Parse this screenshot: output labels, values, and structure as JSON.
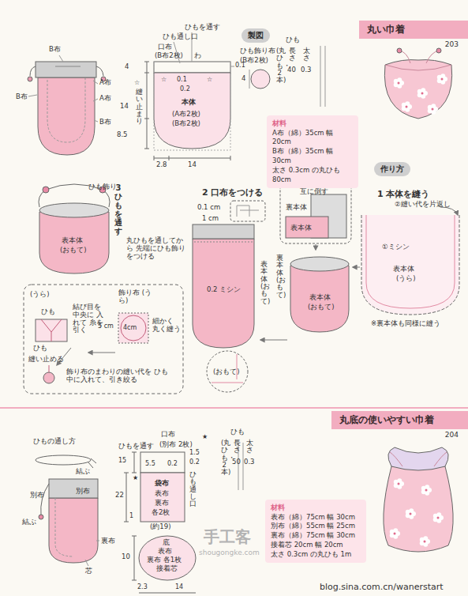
{
  "diagram": {
    "nodes": [
      {
        "text": [
          "丸い巾着",
          "203"
        ]
      },
      {
        "text": [
          "製図"
        ]
      },
      {
        "text": [
          "作り方"
        ]
      },
      {
        "text": [
          "材料",
          "A布（綿）35cm 幅 20cm",
          "B布（綿）35cm 幅 30cm",
          "太さ 0.3cm の丸ひも 80cm"
        ]
      },
      {
        "text": [
          "丸底の使いやすい巾着",
          "204"
        ]
      },
      {
        "text": [
          "材料",
          "表布（綿）75cm 幅 30cm",
          "別布（綿）55cm 幅 25cm",
          "裏布（綿）75cm 幅 30cm",
          "接着芯 20cm 幅 20cm",
          "太さ 0.3cm の丸ひも 1m"
        ]
      }
    ],
    "labels": [
      "B布",
      "B布",
      "A布",
      "A布",
      "B布",
      "ひもを通す",
      "ひも通し口",
      "口布",
      "(B布2枚)",
      "わ",
      "0.1",
      "☆",
      "0.1",
      "☆",
      "0.2",
      "本体",
      "(A布2枚)",
      "(B布2枚)",
      "4",
      "☆",
      "縫い止まり",
      "14",
      "8.5",
      "2.8",
      "14",
      "ひも飾り布",
      "(B布2枚)",
      "4",
      "ひも",
      "(丸ひも・2本)",
      "長さ",
      "40",
      "太さ",
      "0.3",
      "1 本体を縫う",
      "②縫い代を片返し",
      "①ミシン",
      "表本体",
      "(うら)",
      "※裏本体も同様に縫う",
      "縫い代を 交互に倒す",
      "裏本体",
      "表本体",
      "表本体",
      "(おもて)",
      "裏本体 (おもて)",
      "2 口布をつける",
      "1 cm",
      "0.1 cm",
      "0.2 ミシン",
      "表本体 (おもて)",
      "(おもて)",
      "3 ひもを通す",
      "丸ひもを通してから 先端にひも飾りをつける",
      "ひも飾り",
      "表本体",
      "(おもて)",
      "(うら)",
      "ひも",
      "結び目を 中央に 入れて 糸を引く",
      "ひも",
      "縫い止める",
      "飾り布 (うら)",
      "5 cm",
      "4cm",
      "細かく 丸く縫う",
      "飾り布のまわりの縫い代を ひも中に入れて、引き絞る",
      "ひもの通し方",
      "結ぶ",
      "別布",
      "別布",
      "結ぶ",
      "裏布",
      "芯",
      "口布",
      "ひもを通す",
      "(別布 2枚)",
      "★",
      "1.5",
      "0.2",
      "5.5",
      "0.2",
      "15",
      "★",
      "ひも通し口",
      "22",
      "1",
      "袋布",
      "表布",
      "裏布",
      "各2枚",
      "(約19)",
      "10",
      "底",
      "表布",
      "裏布 各1枚",
      "接着芯",
      "2.3",
      "14",
      "ひも",
      "(丸ひも・2本)",
      "長さ",
      "50",
      "太さ",
      "0.3",
      "手工客",
      "shougongke.com",
      "blog.sina.com.cn/wanerstart"
    ]
  }
}
